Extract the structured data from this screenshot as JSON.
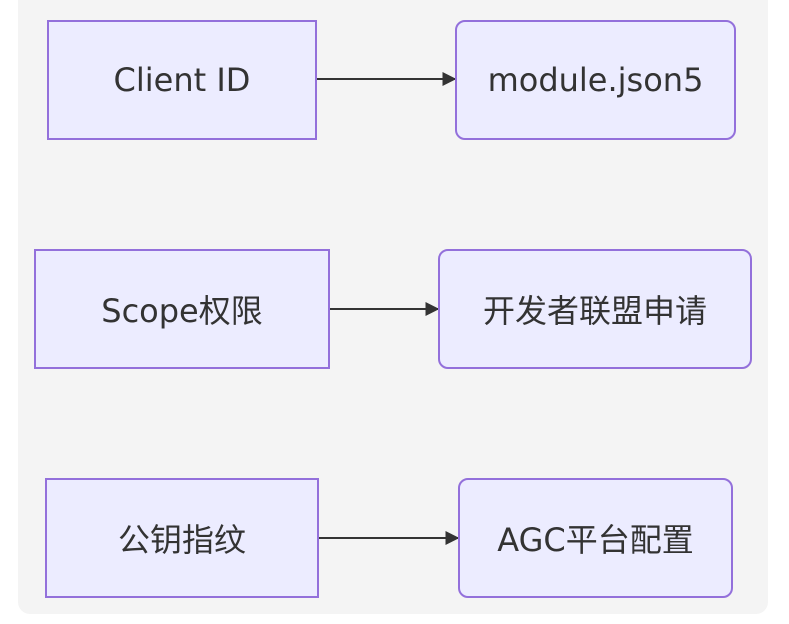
{
  "diagram": {
    "nodes": {
      "client_id": "Client ID",
      "module_json5": "module.json5",
      "scope": "Scope权限",
      "developer_alliance": "开发者联盟申请",
      "public_key": "公钥指纹",
      "agc_platform": "AGC平台配置"
    },
    "edges": [
      {
        "from": "Client ID",
        "to": "module.json5"
      },
      {
        "from": "Scope权限",
        "to": "开发者联盟申请"
      },
      {
        "from": "公钥指纹",
        "to": "AGC平台配置"
      }
    ],
    "colors": {
      "node_fill": "#ececff",
      "node_border": "#9370db",
      "edge": "#333333",
      "background": "#f4f4f4"
    }
  }
}
